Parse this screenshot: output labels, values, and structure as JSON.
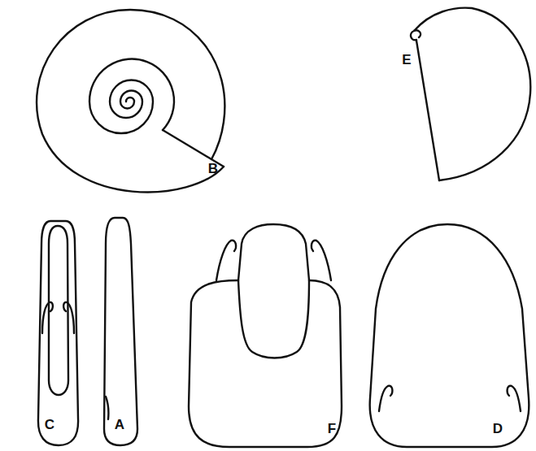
{
  "diagram": {
    "labels": [
      "B",
      "E",
      "C",
      "A",
      "F",
      "D"
    ]
  }
}
